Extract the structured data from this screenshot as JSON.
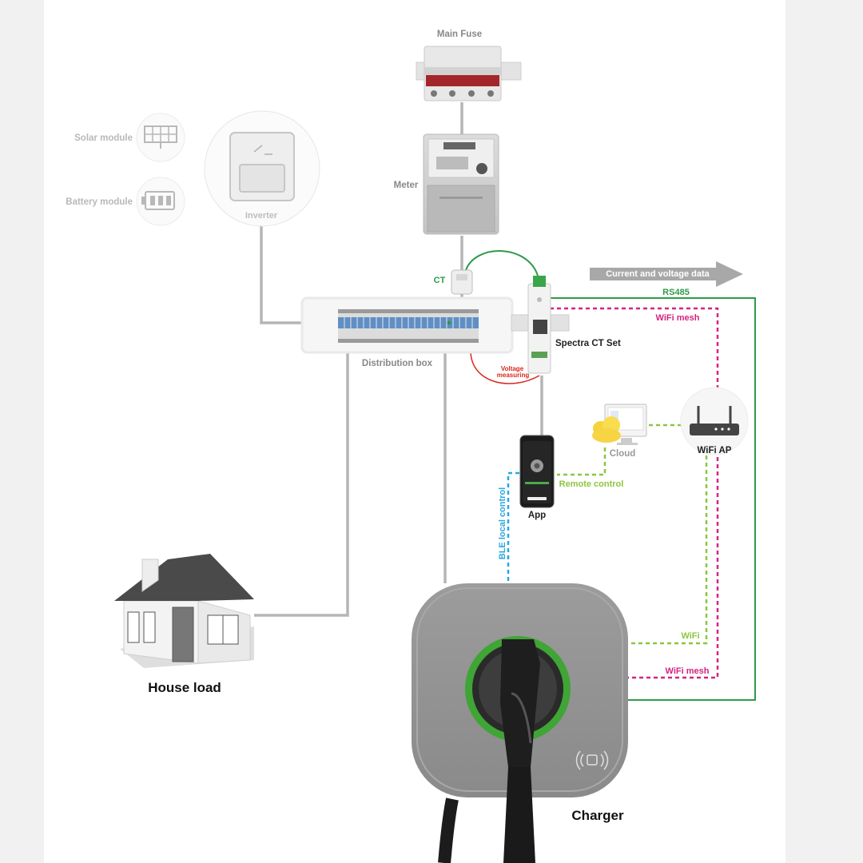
{
  "labels": {
    "main_fuse": "Main Fuse",
    "meter": "Meter",
    "solar_module": "Solar module",
    "battery_module": "Battery module",
    "inverter": "Inverter",
    "ct": "CT",
    "distribution_box": "Distribution box",
    "spectra_ct_set": "Spectra CT Set",
    "voltage_measuring_line1": "Voltage",
    "voltage_measuring_line2": "measuring",
    "data_arrow": "Current and voltage data",
    "rs485": "RS485",
    "wifi_mesh_top": "WiFi mesh",
    "cloud": "Cloud",
    "wifi_ap": "WiFi AP",
    "remote_control": "Remote control",
    "app": "App",
    "ble_local_control": "BLE local control",
    "wifi": "WiFi",
    "wifi_mesh_bottom": "WiFi mesh",
    "house_load": "House load",
    "charger": "Charger"
  },
  "colors": {
    "green": "#2e9a48",
    "magenta": "#d6237f",
    "lime": "#8cc63f",
    "blue": "#29a8e0",
    "red": "#d9261c",
    "wire_gray": "#b5b5b5",
    "faded_gray": "#b8b8b8"
  }
}
